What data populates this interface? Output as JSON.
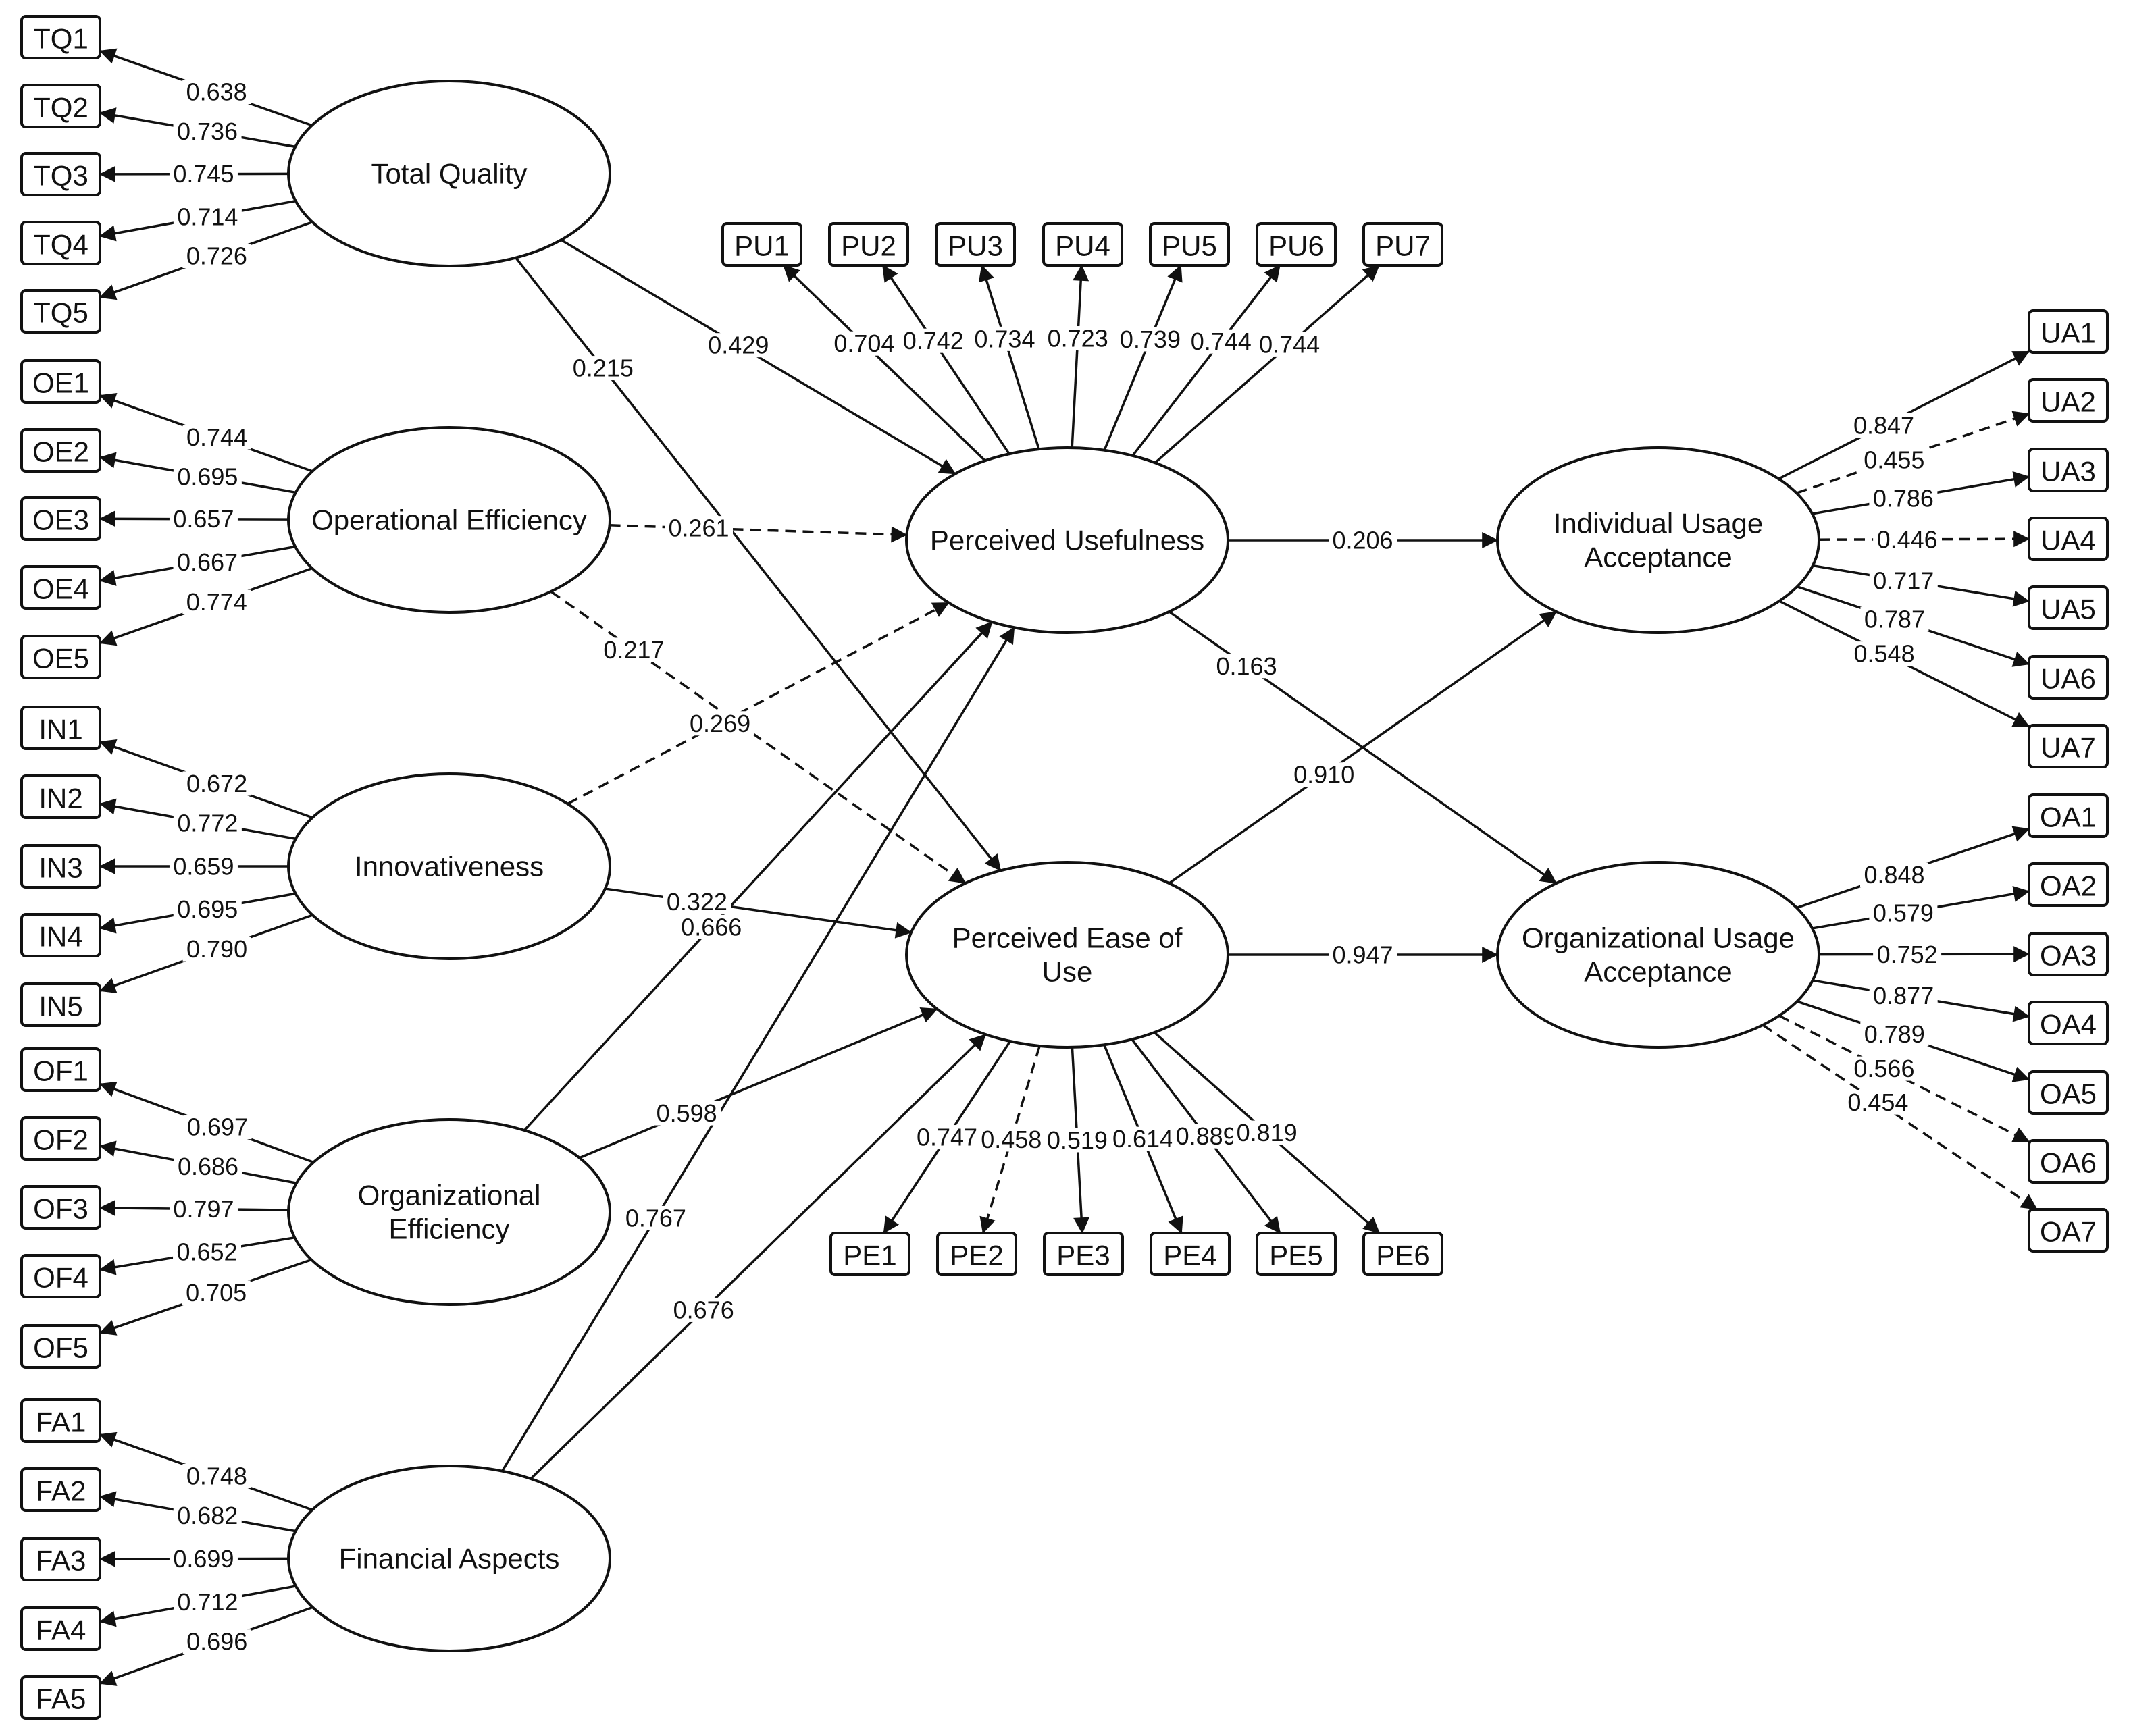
{
  "latents": [
    {
      "id": "TQ",
      "lines": [
        "Total Quality"
      ]
    },
    {
      "id": "OE",
      "lines": [
        "Operational Efficiency"
      ]
    },
    {
      "id": "IN",
      "lines": [
        "Innovativeness"
      ]
    },
    {
      "id": "OF",
      "lines": [
        "Organizational",
        "Efficiency"
      ]
    },
    {
      "id": "FA",
      "lines": [
        "Financial Aspects"
      ]
    },
    {
      "id": "PU",
      "lines": [
        "Perceived Usefulness"
      ]
    },
    {
      "id": "PE",
      "lines": [
        "Perceived Ease of",
        "Use"
      ]
    },
    {
      "id": "UA",
      "lines": [
        "Individual Usage",
        "Acceptance"
      ]
    },
    {
      "id": "OA",
      "lines": [
        "Organizational Usage",
        "Acceptance"
      ]
    }
  ],
  "indicators": [
    {
      "id": "TQ1",
      "latent": "TQ",
      "loading": "0.638",
      "style": "solid"
    },
    {
      "id": "TQ2",
      "latent": "TQ",
      "loading": "0.736",
      "style": "solid"
    },
    {
      "id": "TQ3",
      "latent": "TQ",
      "loading": "0.745",
      "style": "solid"
    },
    {
      "id": "TQ4",
      "latent": "TQ",
      "loading": "0.714",
      "style": "solid"
    },
    {
      "id": "TQ5",
      "latent": "TQ",
      "loading": "0.726",
      "style": "solid"
    },
    {
      "id": "OE1",
      "latent": "OE",
      "loading": "0.744",
      "style": "solid"
    },
    {
      "id": "OE2",
      "latent": "OE",
      "loading": "0.695",
      "style": "solid"
    },
    {
      "id": "OE3",
      "latent": "OE",
      "loading": "0.657",
      "style": "solid"
    },
    {
      "id": "OE4",
      "latent": "OE",
      "loading": "0.667",
      "style": "solid"
    },
    {
      "id": "OE5",
      "latent": "OE",
      "loading": "0.774",
      "style": "solid"
    },
    {
      "id": "IN1",
      "latent": "IN",
      "loading": "0.672",
      "style": "solid"
    },
    {
      "id": "IN2",
      "latent": "IN",
      "loading": "0.772",
      "style": "solid"
    },
    {
      "id": "IN3",
      "latent": "IN",
      "loading": "0.659",
      "style": "solid"
    },
    {
      "id": "IN4",
      "latent": "IN",
      "loading": "0.695",
      "style": "solid"
    },
    {
      "id": "IN5",
      "latent": "IN",
      "loading": "0.790",
      "style": "solid"
    },
    {
      "id": "OF1",
      "latent": "OF",
      "loading": "0.697",
      "style": "solid"
    },
    {
      "id": "OF2",
      "latent": "OF",
      "loading": "0.686",
      "style": "solid"
    },
    {
      "id": "OF3",
      "latent": "OF",
      "loading": "0.797",
      "style": "solid"
    },
    {
      "id": "OF4",
      "latent": "OF",
      "loading": "0.652",
      "style": "solid"
    },
    {
      "id": "OF5",
      "latent": "OF",
      "loading": "0.705",
      "style": "solid"
    },
    {
      "id": "FA1",
      "latent": "FA",
      "loading": "0.748",
      "style": "solid"
    },
    {
      "id": "FA2",
      "latent": "FA",
      "loading": "0.682",
      "style": "solid"
    },
    {
      "id": "FA3",
      "latent": "FA",
      "loading": "0.699",
      "style": "solid"
    },
    {
      "id": "FA4",
      "latent": "FA",
      "loading": "0.712",
      "style": "solid"
    },
    {
      "id": "FA5",
      "latent": "FA",
      "loading": "0.696",
      "style": "solid"
    },
    {
      "id": "PU1",
      "latent": "PU",
      "loading": "0.704",
      "style": "solid"
    },
    {
      "id": "PU2",
      "latent": "PU",
      "loading": "0.742",
      "style": "solid"
    },
    {
      "id": "PU3",
      "latent": "PU",
      "loading": "0.734",
      "style": "solid"
    },
    {
      "id": "PU4",
      "latent": "PU",
      "loading": "0.723",
      "style": "solid"
    },
    {
      "id": "PU5",
      "latent": "PU",
      "loading": "0.739",
      "style": "solid"
    },
    {
      "id": "PU6",
      "latent": "PU",
      "loading": "0.744",
      "style": "solid"
    },
    {
      "id": "PU7",
      "latent": "PU",
      "loading": "0.744",
      "style": "solid"
    },
    {
      "id": "PE1",
      "latent": "PE",
      "loading": "0.747",
      "style": "solid"
    },
    {
      "id": "PE2",
      "latent": "PE",
      "loading": "0.458",
      "style": "dashed"
    },
    {
      "id": "PE3",
      "latent": "PE",
      "loading": "0.519",
      "style": "solid"
    },
    {
      "id": "PE4",
      "latent": "PE",
      "loading": "0.614",
      "style": "solid"
    },
    {
      "id": "PE5",
      "latent": "PE",
      "loading": "0.889",
      "style": "solid"
    },
    {
      "id": "PE6",
      "latent": "PE",
      "loading": "0.819",
      "style": "solid"
    },
    {
      "id": "UA1",
      "latent": "UA",
      "loading": "0.847",
      "style": "solid"
    },
    {
      "id": "UA2",
      "latent": "UA",
      "loading": "0.455",
      "style": "dashed"
    },
    {
      "id": "UA3",
      "latent": "UA",
      "loading": "0.786",
      "style": "solid"
    },
    {
      "id": "UA4",
      "latent": "UA",
      "loading": "0.446",
      "style": "dashed"
    },
    {
      "id": "UA5",
      "latent": "UA",
      "loading": "0.717",
      "style": "solid"
    },
    {
      "id": "UA6",
      "latent": "UA",
      "loading": "0.787",
      "style": "solid"
    },
    {
      "id": "UA7",
      "latent": "UA",
      "loading": "0.548",
      "style": "solid"
    },
    {
      "id": "OA1",
      "latent": "OA",
      "loading": "0.848",
      "style": "solid"
    },
    {
      "id": "OA2",
      "latent": "OA",
      "loading": "0.579",
      "style": "solid"
    },
    {
      "id": "OA3",
      "latent": "OA",
      "loading": "0.752",
      "style": "solid"
    },
    {
      "id": "OA4",
      "latent": "OA",
      "loading": "0.877",
      "style": "solid"
    },
    {
      "id": "OA5",
      "latent": "OA",
      "loading": "0.789",
      "style": "solid"
    },
    {
      "id": "OA6",
      "latent": "OA",
      "loading": "0.566",
      "style": "dashed"
    },
    {
      "id": "OA7",
      "latent": "OA",
      "loading": "0.454",
      "style": "dashed"
    }
  ],
  "paths": [
    {
      "from": "TQ",
      "to": "PU",
      "coef": "0.429",
      "style": "solid"
    },
    {
      "from": "TQ",
      "to": "PE",
      "coef": "0.215",
      "style": "solid"
    },
    {
      "from": "OE",
      "to": "PU",
      "coef": "0.261",
      "style": "dashed"
    },
    {
      "from": "OE",
      "to": "PE",
      "coef": "0.217",
      "style": "dashed"
    },
    {
      "from": "IN",
      "to": "PU",
      "coef": "0.269",
      "style": "dashed"
    },
    {
      "from": "IN",
      "to": "PE",
      "coef": "0.322",
      "style": "solid"
    },
    {
      "from": "OF",
      "to": "PU",
      "coef": "0.666",
      "style": "solid"
    },
    {
      "from": "OF",
      "to": "PE",
      "coef": "0.598",
      "style": "solid"
    },
    {
      "from": "FA",
      "to": "PU",
      "coef": "0.767",
      "style": "solid"
    },
    {
      "from": "FA",
      "to": "PE",
      "coef": "0.676",
      "style": "solid"
    },
    {
      "from": "PU",
      "to": "UA",
      "coef": "0.206",
      "style": "solid"
    },
    {
      "from": "PU",
      "to": "OA",
      "coef": "0.163",
      "style": "solid"
    },
    {
      "from": "PE",
      "to": "UA",
      "coef": "0.910",
      "style": "solid"
    },
    {
      "from": "PE",
      "to": "OA",
      "coef": "0.947",
      "style": "solid"
    }
  ]
}
